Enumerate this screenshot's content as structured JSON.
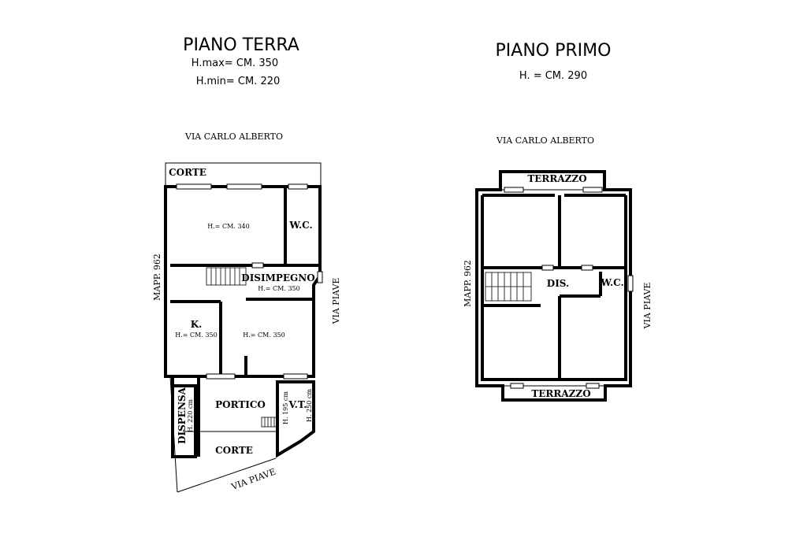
{
  "ground_floor": {
    "title": "PIANO TERRA",
    "h_max": "H.max= CM. 350",
    "h_min": "H.min= CM. 220",
    "street_top": "VIA CARLO ALBERTO",
    "street_left": "MAPP. 962",
    "street_right": "VIA PIAVE",
    "street_bottom": "VIA PIAVE",
    "rooms": {
      "corte_top": "CORTE",
      "main_room_height": "H.= CM. 340",
      "wc": "W.C.",
      "disimpegno": "DISIMPEGNO",
      "disimpegno_height": "H.= CM. 350",
      "kitchen": "K.",
      "kitchen_height": "H.= CM. 350",
      "living_height": "H.= CM. 350",
      "portico": "PORTICO",
      "vt": "V.T.",
      "vt_height_1": "H. 195 cm",
      "vt_height_2": "H. 250 cm",
      "dispensa": "DISPENSA",
      "dispensa_height": "H. 220 cm",
      "corte_bottom": "CORTE"
    }
  },
  "first_floor": {
    "title": "PIANO PRIMO",
    "height": "H. = CM. 290",
    "street_top": "VIA CARLO ALBERTO",
    "street_left": "MAPP. 962",
    "street_right": "VIA PIAVE",
    "rooms": {
      "terrazzo_top": "TERRAZZO",
      "dis": "DIS.",
      "wc": "W.C.",
      "terrazzo_bottom": "TERRAZZO"
    }
  }
}
